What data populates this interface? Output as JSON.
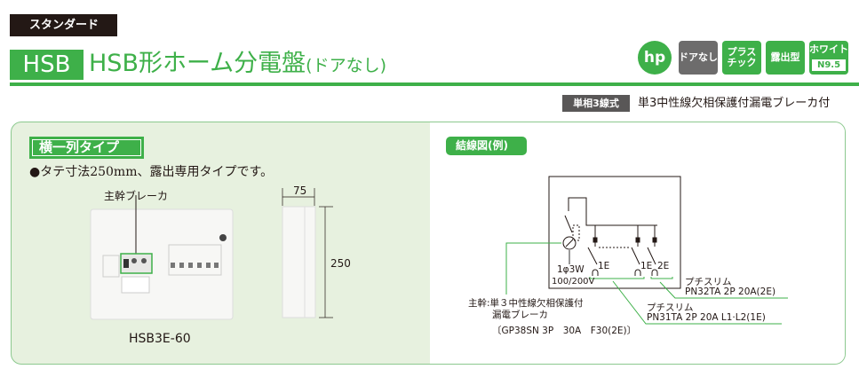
{
  "header": {
    "category": "スタンダード",
    "series_badge": "HSB",
    "title": "HSB形ホーム分電盤",
    "title_suffix": "(ドアなし)"
  },
  "badges": {
    "logo": "hp",
    "door": "ドアなし",
    "material": "プラス\nチック",
    "mount": "露出型",
    "color_label": "ホワイト",
    "color_code": "N9.5"
  },
  "subheader": {
    "type": "単相3線式",
    "feature": "単3中性線欠相保護付漏電ブレーカ付"
  },
  "left": {
    "type_tag": "横一列タイプ",
    "note": "●タテ寸法250mm、露出専用タイプです。",
    "main_breaker_label": "主幹ブレーカ",
    "width_dim": "75",
    "height_dim": "250",
    "model": "HSB3E-60"
  },
  "diagram": {
    "tag": "結線図(例)",
    "supply": "1φ3W",
    "voltage": "100/200V",
    "branch1a": "1E",
    "branch1b": "1E",
    "branch2": "2E",
    "main_label1": "主幹:単３中性線欠相保護付",
    "main_label2": "漏電ブレーカ",
    "main_spec": "〔GP38SN 3P　30A　F30(2E)〕",
    "b2_name": "プチスリム",
    "b2_spec": "PN32TA 2P 20A(2E)",
    "b1_name": "プチスリム",
    "b1_spec": "PN31TA 2P 20A L1·L2(1E)"
  },
  "colors": {
    "brand_green": "#3eb049",
    "dark": "#231815",
    "gray": "#595757"
  }
}
